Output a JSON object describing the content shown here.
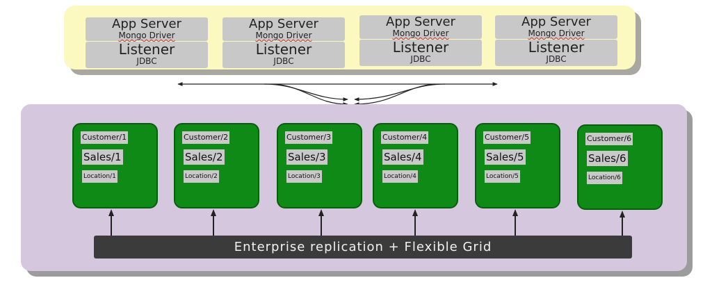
{
  "app_servers": [
    {
      "title": "App Server",
      "driver": "Mongo Driver",
      "listener": "Listener",
      "protocol": "JDBC"
    },
    {
      "title": "App Server",
      "driver": "Mongo Driver",
      "listener": "Listener",
      "protocol": "JDBC"
    },
    {
      "title": "App Server",
      "driver": "Mongo Driver",
      "listener": "Listener",
      "protocol": "JDBC"
    },
    {
      "title": "App Server",
      "driver": "Mongo Driver",
      "listener": "Listener",
      "protocol": "JDBC"
    }
  ],
  "nodes": [
    {
      "customer": "Customer/1",
      "sales": "Sales/1",
      "location": "Location/1"
    },
    {
      "customer": "Customer/2",
      "sales": "Sales/2",
      "location": "Location/2"
    },
    {
      "customer": "Customer/3",
      "sales": "Sales/3",
      "location": "Location/3"
    },
    {
      "customer": "Customer/4",
      "sales": "Sales/4",
      "location": "Location/4"
    },
    {
      "customer": "Customer/5",
      "sales": "Sales/5",
      "location": "Location/5"
    },
    {
      "customer": "Customer/6",
      "sales": "Sales/6",
      "location": "Location/6"
    }
  ],
  "grid_bar": {
    "label": "Enterprise replication + Flexible Grid"
  },
  "colors": {
    "top_panel": "#fbf8c0",
    "bottom_panel": "#d5c8de",
    "node_green": "#0f8a16",
    "label_grey": "#c9c9c9",
    "bar_dark": "#3b3b3b"
  }
}
